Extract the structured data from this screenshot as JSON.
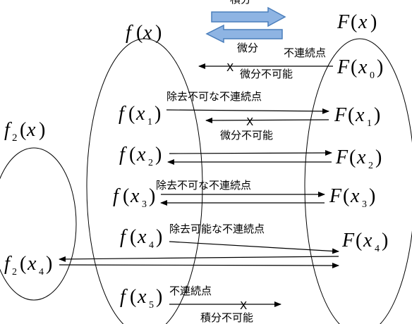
{
  "top_arrow_label": "積分",
  "bottom_arrow_label": "微分",
  "f": "f",
  "F": "F",
  "x": "x",
  "f2": "f",
  "f2_sub": "2",
  "sub0": "0",
  "sub1": "1",
  "sub2": "2",
  "sub3": "3",
  "sub4": "4",
  "sub5": "5",
  "discontinuous": "不連続点",
  "not_differentiable": "微分不可能",
  "non_removable_discontinuity": "除去不可な不連続点",
  "removable_discontinuity": "除去可能な不連続点",
  "not_integrable": "積分不可能",
  "x_mark": "X",
  "colors": {
    "arrow_fill": "#8eb4e3",
    "arrow_stroke": "#4a7ebb",
    "line": "#000000"
  }
}
